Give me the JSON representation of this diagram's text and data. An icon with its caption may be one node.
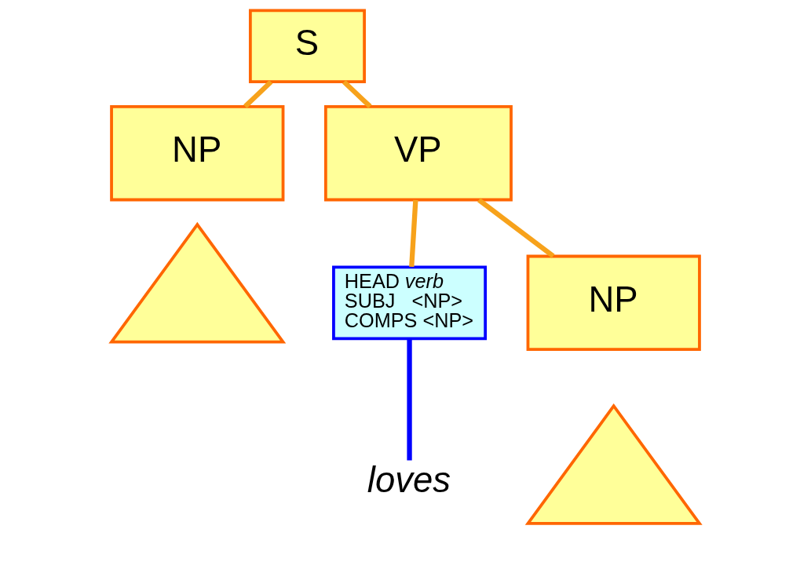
{
  "diagram": {
    "nodes": [
      {
        "text": [
          "S"
        ]
      },
      {
        "text": [
          "NP"
        ]
      },
      {
        "text": [
          "VP"
        ]
      },
      {
        "text": [
          "HEAD *verb*",
          "SUBJ   <NP>",
          "COMPS <NP>"
        ]
      },
      {
        "text": [
          "NP"
        ]
      },
      {
        "text": [],
        "shape": "triangle"
      },
      {
        "text": [],
        "shape": "triangle"
      },
      {
        "text": [
          "loves"
        ]
      }
    ],
    "edges": [
      {
        "from": 0,
        "to": 1,
        "arrow": "none"
      },
      {
        "from": 0,
        "to": 2,
        "arrow": "none"
      },
      {
        "from": 2,
        "to": 3,
        "arrow": "none"
      },
      {
        "from": 2,
        "to": 4,
        "arrow": "none"
      },
      {
        "from": 3,
        "to": 7,
        "arrow": "none",
        "color": "#0000ff"
      }
    ]
  }
}
